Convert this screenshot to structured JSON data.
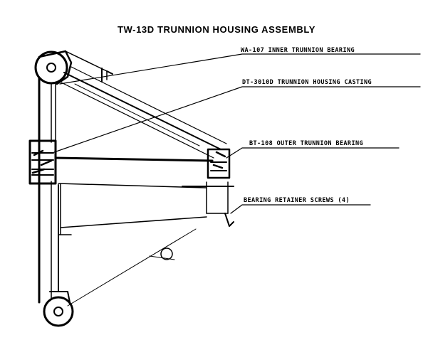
{
  "title": "TW-13D TRUNNION HOUSING ASSEMBLY",
  "callouts": [
    {
      "id": "inner-bearing",
      "text": "WA-107   INNER TRUNNION BEARING"
    },
    {
      "id": "housing-casting",
      "text": "DT-3010D   TRUNNION HOUSING CASTING"
    },
    {
      "id": "outer-bearing",
      "text": "BT-108   OUTER TRUNNION BEARING"
    },
    {
      "id": "retainer-screws",
      "text": "BEARING RETAINER SCREWS (4)"
    }
  ]
}
